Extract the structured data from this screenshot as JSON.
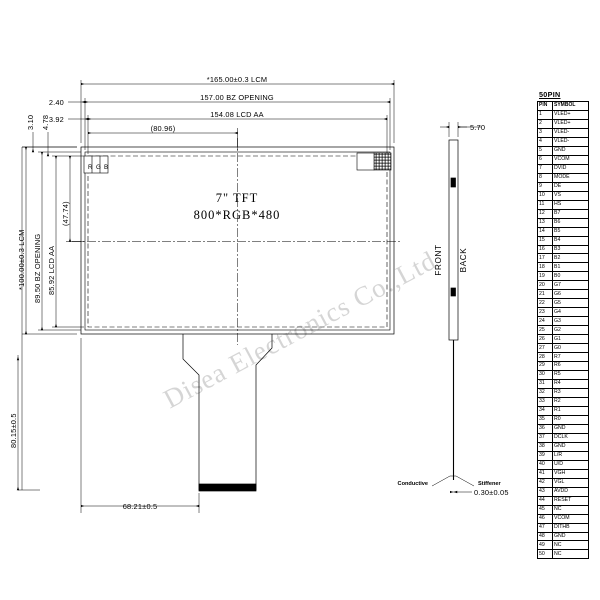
{
  "drawing": {
    "part_label_line1": "7\" TFT",
    "part_label_line2": "800*RGB*480",
    "rgb_cells": [
      "R",
      "G",
      "B"
    ]
  },
  "dimensions": {
    "top": [
      {
        "name": "lcm-width",
        "text": "*165.00±0.3 LCM"
      },
      {
        "name": "bz-opening-w",
        "text": "157.00  BZ OPENING"
      },
      {
        "name": "lcd-aa-w",
        "text": "154.08  LCD AA"
      },
      {
        "name": "aa-center-x",
        "text": "(80.96)"
      }
    ],
    "top_left_offsets": [
      {
        "name": "offset-240",
        "text": "2.40"
      },
      {
        "name": "offset-392",
        "text": "3.92"
      }
    ],
    "left_vertical_small": [
      {
        "name": "offset-310",
        "text": "3.10"
      },
      {
        "name": "offset-478",
        "text": "4.78"
      }
    ],
    "left": [
      {
        "name": "lcm-height",
        "text": "*100.00±0.3  LCM"
      },
      {
        "name": "bz-opening-h",
        "text": "89.50 BZ OPENING"
      },
      {
        "name": "lcd-aa-h",
        "text": "85.92 LCD AA"
      },
      {
        "name": "aa-center-y",
        "text": "(47.74)"
      }
    ],
    "bottom": [
      {
        "name": "overall-height",
        "text": "80.15±0.5"
      },
      {
        "name": "fpc-offset-x",
        "text": "68.21±0.5"
      }
    ],
    "side": [
      {
        "name": "module-thickness",
        "text": "5.70"
      },
      {
        "name": "fpc-thickness",
        "text": "0.30±0.05"
      }
    ]
  },
  "side_view": {
    "front_label": "FRONT",
    "back_label": "BACK"
  },
  "notes": {
    "conductive": "Conductive",
    "stiffener": "Stiffener"
  },
  "pin_table": {
    "title": "50PIN",
    "columns": [
      "PIN",
      "SYMBOL"
    ],
    "rows": [
      [
        "1",
        "VLED+"
      ],
      [
        "2",
        "VLED+"
      ],
      [
        "3",
        "VLED-"
      ],
      [
        "4",
        "VLED-"
      ],
      [
        "5",
        "GND"
      ],
      [
        "6",
        "VCOM"
      ],
      [
        "7",
        "DVID"
      ],
      [
        "8",
        "MODE"
      ],
      [
        "9",
        "DE"
      ],
      [
        "10",
        "VS"
      ],
      [
        "11",
        "HS"
      ],
      [
        "12",
        "B7"
      ],
      [
        "13",
        "B6"
      ],
      [
        "14",
        "B5"
      ],
      [
        "15",
        "B4"
      ],
      [
        "16",
        "B3"
      ],
      [
        "17",
        "B2"
      ],
      [
        "18",
        "B1"
      ],
      [
        "19",
        "B0"
      ],
      [
        "20",
        "G7"
      ],
      [
        "21",
        "G6"
      ],
      [
        "22",
        "G5"
      ],
      [
        "23",
        "G4"
      ],
      [
        "24",
        "G3"
      ],
      [
        "25",
        "G2"
      ],
      [
        "26",
        "G1"
      ],
      [
        "27",
        "G0"
      ],
      [
        "28",
        "R7"
      ],
      [
        "29",
        "R6"
      ],
      [
        "30",
        "R5"
      ],
      [
        "31",
        "R4"
      ],
      [
        "32",
        "R3"
      ],
      [
        "33",
        "R2"
      ],
      [
        "34",
        "R1"
      ],
      [
        "35",
        "R0"
      ],
      [
        "36",
        "GND"
      ],
      [
        "37",
        "DCLK"
      ],
      [
        "38",
        "GND"
      ],
      [
        "39",
        "L/R"
      ],
      [
        "40",
        "U/D"
      ],
      [
        "41",
        "VGH"
      ],
      [
        "42",
        "VGL"
      ],
      [
        "43",
        "AVDD"
      ],
      [
        "44",
        "RESET"
      ],
      [
        "45",
        "NC"
      ],
      [
        "46",
        "VCOM"
      ],
      [
        "47",
        "DITHB"
      ],
      [
        "48",
        "GND"
      ],
      [
        "49",
        "NC"
      ],
      [
        "50",
        "NC"
      ]
    ]
  },
  "watermark": {
    "text": "Disea Electronics Co.,Ltd"
  }
}
